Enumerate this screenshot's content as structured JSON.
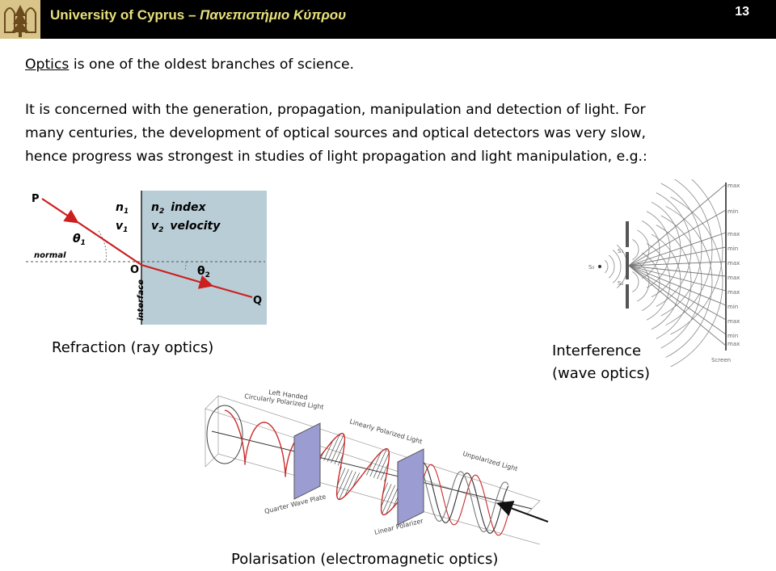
{
  "header": {
    "title_en": "University of Cyprus",
    "title_sep": " – ",
    "title_gr": "Πανεπιστήμιο Κύπρου",
    "slide_number": "13"
  },
  "intro": {
    "optics_word": "Optics",
    "sentence_rest": " is one of the oldest branches of science."
  },
  "paragraph": {
    "lines": [
      "It is concerned with the generation, propagation, manipulation and detection of light. For",
      "many centuries, the development of optical sources and optical detectors was very slow,",
      "hence progress was strongest in studies of light propagation and light manipulation, e.g.:"
    ]
  },
  "refraction_figure": {
    "point_p": "P",
    "normal_label": "normal",
    "theta1": "θ",
    "theta1_sub": "1",
    "n1": "n",
    "n1_sub": "1",
    "v1": "v",
    "v1_sub": "1",
    "n2": "n",
    "n2_sub": "2",
    "index": "index",
    "v2": "v",
    "v2_sub": "2",
    "velocity": "velocity",
    "point_o": "O",
    "theta2": "θ",
    "theta2_sub": "2",
    "point_q": "Q",
    "interface_label": "interface",
    "caption": "Refraction (ray optics)"
  },
  "interference_figure": {
    "source": "S₀",
    "slit1": "S₁",
    "slit2": "S₂",
    "fringe_labels": [
      "max",
      "min",
      "max",
      "min",
      "max",
      "max",
      "max",
      "min",
      "max",
      "min",
      "max"
    ],
    "screen": "Screen",
    "caption_line1": "Interference",
    "caption_line2": "(wave optics)"
  },
  "polarisation_figure": {
    "left_handed_line1": "Left Handed",
    "left_handed_line2": "Circularly Polarized Light",
    "linearly": "Linearly Polarized Light",
    "unpolarized": "Unpolarized Light",
    "quarter_wave": "Quarter Wave Plate",
    "linear_polarizer": "Linear Polarizer",
    "caption": "Polarisation (electromagnetic optics)"
  },
  "colors": {
    "header_bg": "#000000",
    "header_title": "#e8e07c",
    "ray": "#cc1f1f",
    "medium2": "#b9cdd6",
    "plate": "#9a9cd2"
  }
}
